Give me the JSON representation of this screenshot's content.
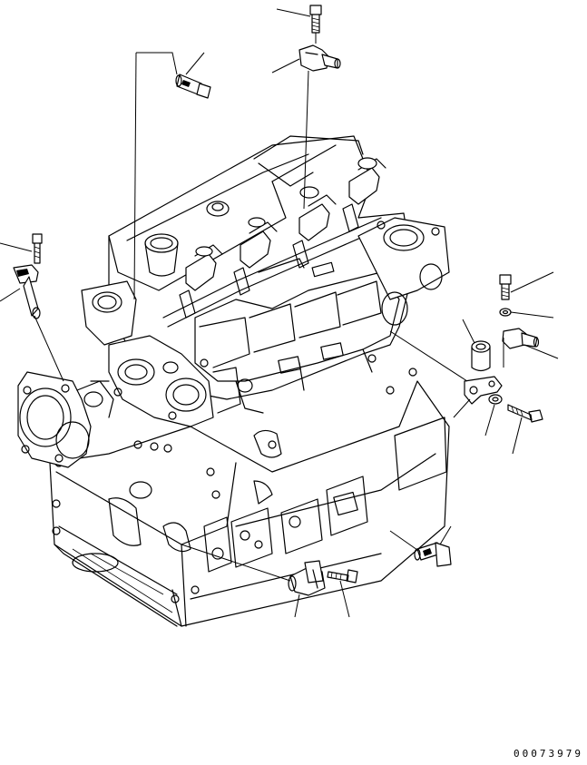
{
  "drawing": {
    "number": "00073979"
  },
  "leaders": [
    {
      "part": "bolt-top"
    },
    {
      "part": "sensor-top-right"
    },
    {
      "part": "sensor-top-left"
    },
    {
      "part": "bolt-left"
    },
    {
      "part": "sensor-left"
    },
    {
      "part": "bolt-right"
    },
    {
      "part": "washer-right"
    },
    {
      "part": "sensor-right"
    },
    {
      "part": "spacer-right"
    },
    {
      "part": "bracket-right"
    },
    {
      "part": "washer-lower-right"
    },
    {
      "part": "bolt-lower-right"
    },
    {
      "part": "sensor-bottom-right"
    },
    {
      "part": "sensor-bottom"
    },
    {
      "part": "bolt-bottom"
    }
  ]
}
